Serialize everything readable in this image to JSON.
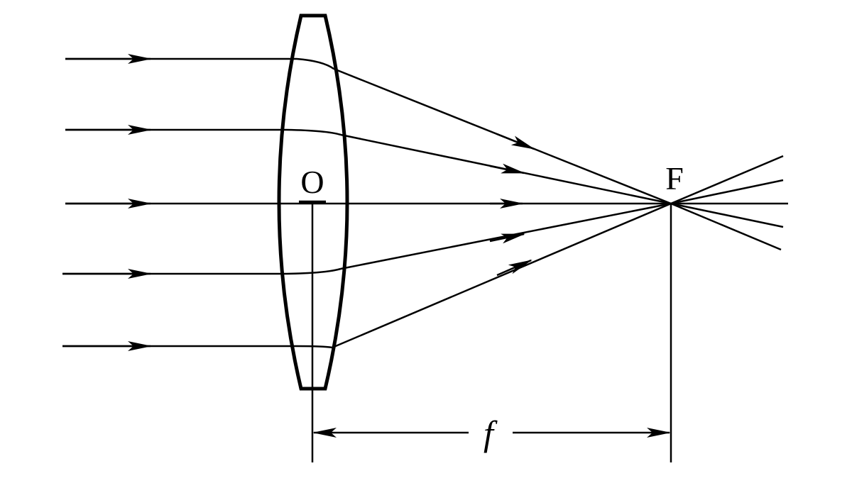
{
  "diagram": {
    "labels": {
      "center": "O",
      "focus": "F",
      "focal_length": "f"
    },
    "rays": 5,
    "colors": {
      "stroke": "#000000",
      "background": "#ffffff"
    }
  }
}
